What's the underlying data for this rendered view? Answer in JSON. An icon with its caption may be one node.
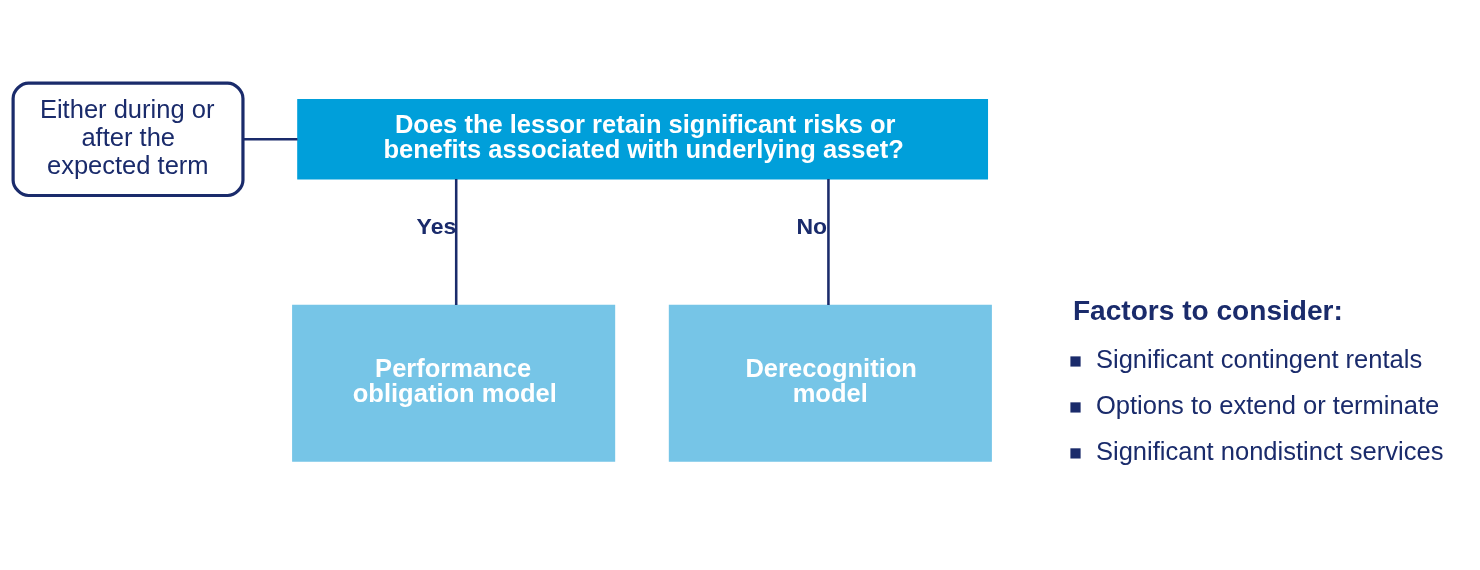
{
  "diagram": {
    "nodes": [
      {
        "text": [
          "Does the lessor retain significant risks or benefits associated with underlying asset?"
        ]
      },
      {
        "text": [
          "Either during or after the expected term"
        ]
      },
      {
        "text": [
          "Performance obligation model"
        ]
      },
      {
        "text": [
          "Derecognition model"
        ]
      }
    ],
    "edges": [
      {
        "from": 1,
        "to": 0,
        "arrow": "none"
      },
      {
        "from": 0,
        "to": 2,
        "arrow": "none",
        "label": "Yes"
      },
      {
        "from": 0,
        "to": 3,
        "arrow": "none",
        "label": "No"
      }
    ],
    "labels": [
      "Factors to consider:",
      "Significant contingent rentals",
      "Options to extend or terminate",
      "Significant nondistinct services"
    ]
  }
}
